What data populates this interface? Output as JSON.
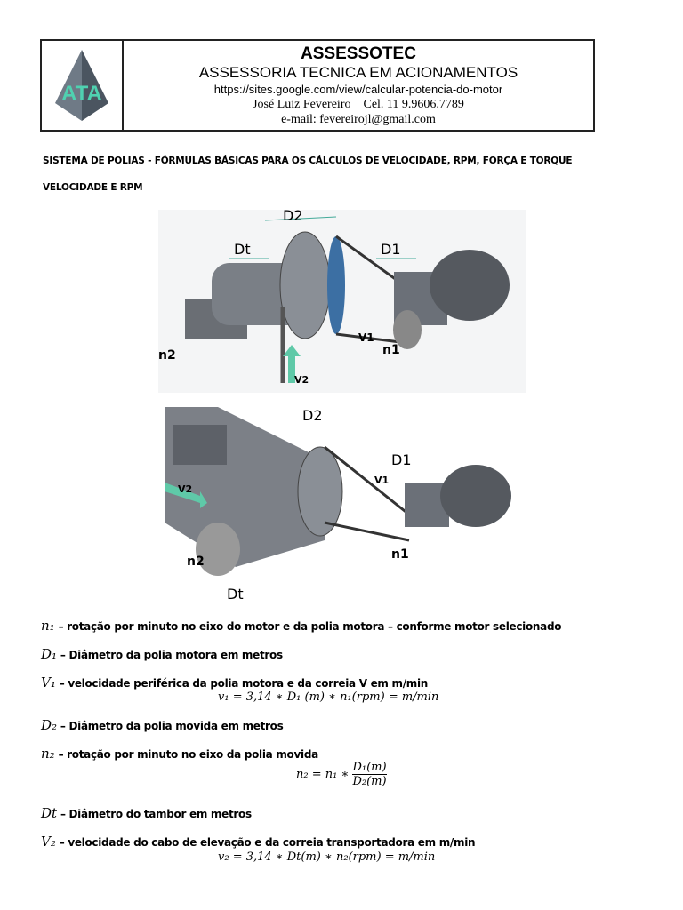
{
  "header": {
    "company": "ASSESSOTEC",
    "subtitle": "ASSESSORIA TECNICA EM ACIONAMENTOS",
    "url": "https://sites.google.com/view/calcular-potencia-do-motor",
    "contact": "José Luiz Fevereiro    Cel. 11 9.9606.7789",
    "email": "e-mail: fevereirojl@gmail.com",
    "logo_text": "ATA"
  },
  "title": "SISTEMA DE POLIAS - FÓRMULAS BÁSICAS PARA OS CÁLCULOS DE VELOCIDADE, RPM, FORÇA E TORQUE",
  "section": "VELOCIDADE E RPM",
  "figure_labels": {
    "d2": "D2",
    "dt": "Dt",
    "d1": "D1",
    "n1": "n1",
    "n2": "n2",
    "v1": "V1",
    "v2": "V2"
  },
  "definitions": [
    {
      "sym": "n₁",
      "text": " – rotação por minuto no eixo do motor e da polia motora – conforme motor selecionado"
    },
    {
      "sym": "D₁",
      "text": " – Diâmetro da polia motora em metros"
    },
    {
      "sym": "V₁",
      "text": " – velocidade periférica da polia motora e da correia V em m/min"
    },
    {
      "sym": "D₂",
      "text": " – Diâmetro da polia movida em metros"
    },
    {
      "sym": "n₂",
      "text": " – rotação por minuto no eixo da polia movida"
    },
    {
      "sym": "Dt",
      "text": " – Diâmetro do tambor em metros"
    },
    {
      "sym": "V₂",
      "text": " – velocidade do cabo de elevação e da correia transportadora em m/min"
    }
  ],
  "formulas": {
    "v1": "v₁ = 3,14 ∗ D₁ (m) ∗  n₁(rpm) = m/min",
    "n2_lhs": "n₂ = n₁ ∗ ",
    "n2_num": "D₁(m)",
    "n2_den": "D₂(m)",
    "v2": "v₂ = 3,14 ∗ Dt(m) ∗  n₂(rpm) = m/min"
  }
}
